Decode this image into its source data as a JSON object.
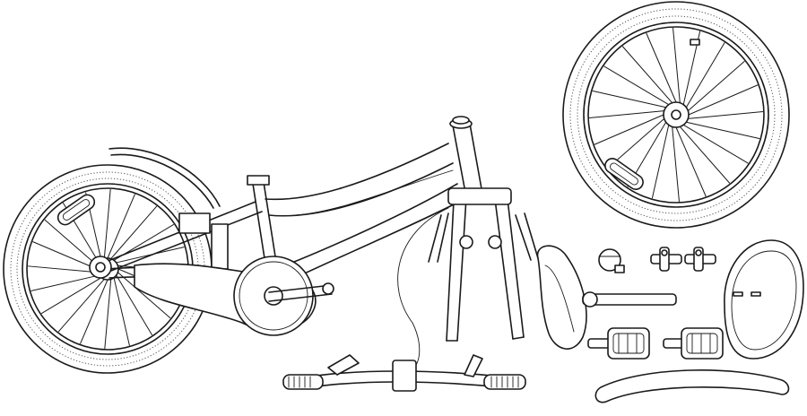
{
  "illustration": {
    "style": "black line drawing on white",
    "stroke_color": "#1a1a1a",
    "background_color": "#ffffff",
    "parts": [
      {
        "name": "bike-frame-assembly",
        "icon": "bicycle-frame"
      },
      {
        "name": "rear-wheel",
        "icon": "wheel"
      },
      {
        "name": "front-wheel",
        "icon": "wheel"
      },
      {
        "name": "front-fork",
        "icon": "fork"
      },
      {
        "name": "handlebar",
        "icon": "handlebar"
      },
      {
        "name": "saddle-with-seatpost",
        "icon": "saddle"
      },
      {
        "name": "bell",
        "icon": "bell"
      },
      {
        "name": "reflector-bolts",
        "icon": "bolt"
      },
      {
        "name": "pedals",
        "icon": "pedal"
      },
      {
        "name": "front-fender",
        "icon": "fender"
      },
      {
        "name": "rear-fender-panel",
        "icon": "fender"
      }
    ]
  }
}
